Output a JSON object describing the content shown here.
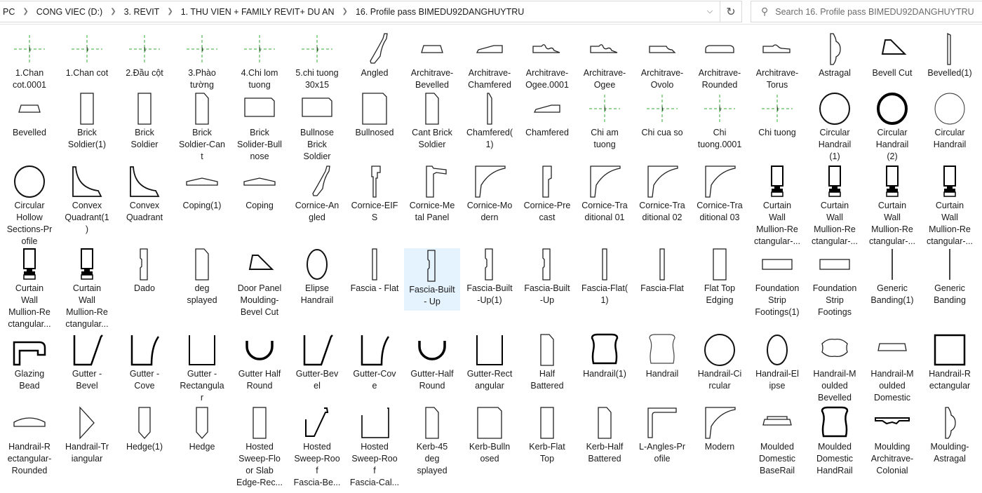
{
  "breadcrumb": [
    "PC",
    "CONG VIEC (D:)",
    "3. REVIT",
    "1. THU VIEN + FAMILY REVIT+ DU AN",
    "16. Profile pass BIMEDU92DANGHUYTRU"
  ],
  "search": {
    "placeholder": "Search 16. Profile pass BIMEDU92DANGHUYTRU"
  },
  "selected_item": "Fascia-Built - Up",
  "rows": [
    [
      {
        "label": "1.Chan\ncot.0001",
        "icon": "cross"
      },
      {
        "label": "1.Chan cot",
        "icon": "cross"
      },
      {
        "label": "2.Đầu cột",
        "icon": "cross"
      },
      {
        "label": "3.Phào\ntường",
        "icon": "cross"
      },
      {
        "label": "4.Chi lom\ntuong",
        "icon": "cross"
      },
      {
        "label": "5.chi tuong\n30x15",
        "icon": "cross"
      },
      {
        "label": "Angled",
        "icon": "angled"
      },
      {
        "label": "Architrave-\nBevelled",
        "icon": "trapezoid"
      },
      {
        "label": "Architrave-\nChamfered",
        "icon": "chamfer"
      },
      {
        "label": "Architrave-\nOgee.0001",
        "icon": "ogee"
      },
      {
        "label": "Architrave-\nOgee",
        "icon": "ogee"
      },
      {
        "label": "Architrave-\nOvolo",
        "icon": "ovolo"
      },
      {
        "label": "Architrave-\nRounded",
        "icon": "rounded"
      },
      {
        "label": "Architrave-\nTorus",
        "icon": "torus"
      },
      {
        "label": "Astragal",
        "icon": "astragal"
      },
      {
        "label": "Bevell Cut",
        "icon": "bevel-cut"
      },
      {
        "label": "Bevelled(1)",
        "icon": "thin-vertical"
      }
    ],
    [
      {
        "label": "Bevelled",
        "icon": "trapezoid"
      },
      {
        "label": "Brick\nSoldier(1)",
        "icon": "rect-tall"
      },
      {
        "label": "Brick\nSoldier",
        "icon": "rect-tall"
      },
      {
        "label": "Brick\nSoldier-Can\nt",
        "icon": "rect-tall-cut"
      },
      {
        "label": "Brick\nSolider-Bull\nnose",
        "icon": "rect-wide-cut"
      },
      {
        "label": "Bullnose\nBrick\nSoldier",
        "icon": "rect-wide-cut"
      },
      {
        "label": "Bullnosed",
        "icon": "rect-square-cut"
      },
      {
        "label": "Cant Brick\nSoldier",
        "icon": "rect-tall-cut"
      },
      {
        "label": "Chamfered(\n1)",
        "icon": "thin-chamfer"
      },
      {
        "label": "Chamfered",
        "icon": "chamfer"
      },
      {
        "label": "Chi am\ntuong",
        "icon": "cross"
      },
      {
        "label": "Chi cua so",
        "icon": "cross"
      },
      {
        "label": "Chi\ntuong.0001",
        "icon": "cross"
      },
      {
        "label": "Chi tuong",
        "icon": "cross"
      },
      {
        "label": "Circular\nHandrail\n(1)",
        "icon": "circle"
      },
      {
        "label": "Circular\nHandrail\n(2)",
        "icon": "circle-thick"
      },
      {
        "label": "Circular\nHandrail",
        "icon": "circle-thin"
      }
    ],
    [
      {
        "label": "Circular\nHollow\nSections-Pr\nofile",
        "icon": "circle"
      },
      {
        "label": "Convex\nQuadrant(1\n)",
        "icon": "quadrant"
      },
      {
        "label": "Convex\nQuadrant",
        "icon": "quadrant"
      },
      {
        "label": "Coping(1)",
        "icon": "coping"
      },
      {
        "label": "Coping",
        "icon": "coping"
      },
      {
        "label": "Cornice-An\ngled",
        "icon": "angled"
      },
      {
        "label": "Cornice-EIF\nS",
        "icon": "eifs"
      },
      {
        "label": "Cornice-Me\ntal Panel",
        "icon": "metal-panel"
      },
      {
        "label": "Cornice-Mo\ndern",
        "icon": "cornice"
      },
      {
        "label": "Cornice-Pre\ncast",
        "icon": "precast"
      },
      {
        "label": "Cornice-Tra\nditional 01",
        "icon": "cornice"
      },
      {
        "label": "Cornice-Tra\nditional 02",
        "icon": "cornice"
      },
      {
        "label": "Cornice-Tra\nditional 03",
        "icon": "cornice"
      },
      {
        "label": "Curtain\nWall\nMullion-Re\nctangular-...",
        "icon": "mullion"
      },
      {
        "label": "Curtain\nWall\nMullion-Re\nctangular-...",
        "icon": "mullion"
      },
      {
        "label": "Curtain\nWall\nMullion-Re\nctangular-...",
        "icon": "mullion"
      },
      {
        "label": "Curtain\nWall\nMullion-Re\nctangular-...",
        "icon": "mullion"
      }
    ],
    [
      {
        "label": "Curtain\nWall\nMullion-Re\nctangular...",
        "icon": "mullion"
      },
      {
        "label": "Curtain\nWall\nMullion-Re\nctangular...",
        "icon": "mullion"
      },
      {
        "label": "Dado",
        "icon": "dado"
      },
      {
        "label": "deg\nsplayed",
        "icon": "rect-tall-cut"
      },
      {
        "label": "Door Panel\nMoulding-\nBevel Cut",
        "icon": "bevel-cut"
      },
      {
        "label": "Elipse\nHandrail",
        "icon": "ellipse"
      },
      {
        "label": "Fascia - Flat",
        "icon": "thin-rect"
      },
      {
        "label": "Fascia-Built\n- Up",
        "icon": "dado"
      },
      {
        "label": "Fascia-Built\n-Up(1)",
        "icon": "dado"
      },
      {
        "label": "Fascia-Built\n-Up",
        "icon": "dado"
      },
      {
        "label": "Fascia-Flat(\n1)",
        "icon": "thin-rect"
      },
      {
        "label": "Fascia-Flat",
        "icon": "thin-rect"
      },
      {
        "label": "Flat Top\nEdging",
        "icon": "rect-tall"
      },
      {
        "label": "Foundation\nStrip\nFootings(1)",
        "icon": "rect-flat"
      },
      {
        "label": "Foundation\nStrip\nFootings",
        "icon": "rect-flat"
      },
      {
        "label": "Generic\nBanding(1)",
        "icon": "line-vertical"
      },
      {
        "label": "Generic\nBanding",
        "icon": "line-vertical"
      }
    ],
    [
      {
        "label": "Glazing\nBead",
        "icon": "glazing-bead"
      },
      {
        "label": "Gutter -\nBevel",
        "icon": "gutter-bevel"
      },
      {
        "label": "Gutter -\nCove",
        "icon": "gutter-cove"
      },
      {
        "label": "Gutter -\nRectangula\nr",
        "icon": "gutter-rect"
      },
      {
        "label": "Gutter Half\nRound",
        "icon": "gutter-half"
      },
      {
        "label": "Gutter-Bev\nel",
        "icon": "gutter-bevel"
      },
      {
        "label": "Gutter-Cov\ne",
        "icon": "gutter-cove"
      },
      {
        "label": "Gutter-Half\nRound",
        "icon": "gutter-half"
      },
      {
        "label": "Gutter-Rect\nangular",
        "icon": "gutter-rect"
      },
      {
        "label": "Half\nBattered",
        "icon": "rect-tall-cut"
      },
      {
        "label": "Handrail(1)",
        "icon": "handrail"
      },
      {
        "label": "Handrail",
        "icon": "handrail-thin"
      },
      {
        "label": "Handrail-Ci\nrcular",
        "icon": "circle"
      },
      {
        "label": "Handrail-El\nipse",
        "icon": "ellipse"
      },
      {
        "label": "Handrail-M\noulded\nBevelled",
        "icon": "moulded"
      },
      {
        "label": "Handrail-M\noulded\nDomestic",
        "icon": "domestic"
      },
      {
        "label": "Handrail-R\nectangular",
        "icon": "square-thick"
      }
    ],
    [
      {
        "label": "Handrail-R\nectangular-\nRounded",
        "icon": "rounded-top"
      },
      {
        "label": "Handrail-Tr\niangular",
        "icon": "triangle"
      },
      {
        "label": "Hedge(1)",
        "icon": "hedge"
      },
      {
        "label": "Hedge",
        "icon": "hedge"
      },
      {
        "label": "Hosted\nSweep-Flo\nor Slab\nEdge-Rec...",
        "icon": "rect-tall"
      },
      {
        "label": "Hosted\nSweep-Roo\nf\nFascia-Be...",
        "icon": "roof-bevel"
      },
      {
        "label": "Hosted\nSweep-Roo\nf\nFascia-Cal...",
        "icon": "roof-cal"
      },
      {
        "label": "Kerb-45\ndeg\nsplayed",
        "icon": "rect-tall-cut"
      },
      {
        "label": "Kerb-Bulln\nosed",
        "icon": "rect-square-cut"
      },
      {
        "label": "Kerb-Flat\nTop",
        "icon": "rect-tall"
      },
      {
        "label": "Kerb-Half\nBattered",
        "icon": "rect-tall-cut"
      },
      {
        "label": "L-Angles-Pr\nofile",
        "icon": "l-angle"
      },
      {
        "label": "Modern",
        "icon": "cornice"
      },
      {
        "label": "Moulded\nDomestic\nBaseRail",
        "icon": "baserail"
      },
      {
        "label": "Moulded\nDomestic\nHandRail",
        "icon": "handrail"
      },
      {
        "label": "Moulding\nArchitrave-\nColonial",
        "icon": "colonial"
      },
      {
        "label": "Moulding-\nAstragal",
        "icon": "astragal"
      }
    ]
  ]
}
